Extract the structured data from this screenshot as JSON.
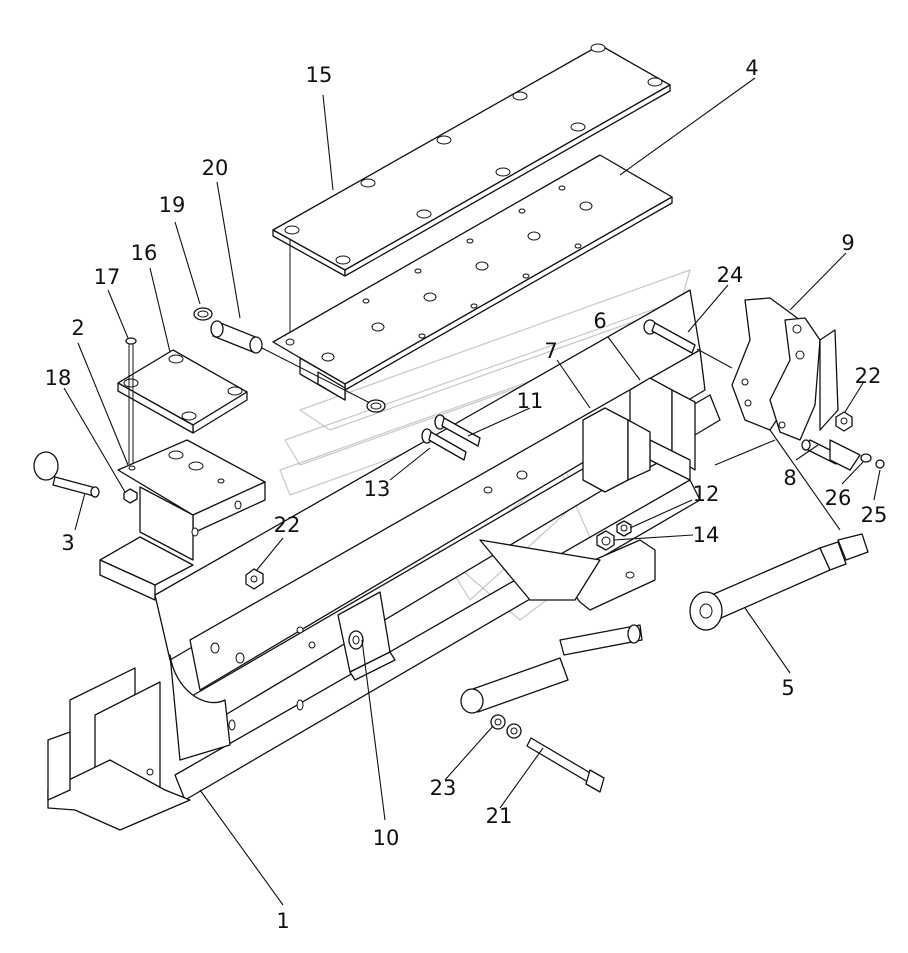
{
  "callouts": [
    {
      "id": "c1",
      "text": "1"
    },
    {
      "id": "c2",
      "text": "2"
    },
    {
      "id": "c3",
      "text": "3"
    },
    {
      "id": "c4",
      "text": "4"
    },
    {
      "id": "c5",
      "text": "5"
    },
    {
      "id": "c6",
      "text": "6"
    },
    {
      "id": "c7",
      "text": "7"
    },
    {
      "id": "c8",
      "text": "8"
    },
    {
      "id": "c9",
      "text": "9"
    },
    {
      "id": "c10",
      "text": "10"
    },
    {
      "id": "c11",
      "text": "11"
    },
    {
      "id": "c12",
      "text": "12"
    },
    {
      "id": "c13",
      "text": "13"
    },
    {
      "id": "c14",
      "text": "14"
    },
    {
      "id": "c15",
      "text": "15"
    },
    {
      "id": "c16",
      "text": "16"
    },
    {
      "id": "c17",
      "text": "17"
    },
    {
      "id": "c18",
      "text": "18"
    },
    {
      "id": "c19",
      "text": "19"
    },
    {
      "id": "c20",
      "text": "20"
    },
    {
      "id": "c21",
      "text": "21"
    },
    {
      "id": "c22a",
      "text": "22"
    },
    {
      "id": "c22b",
      "text": "22"
    },
    {
      "id": "c23",
      "text": "23"
    },
    {
      "id": "c24",
      "text": "24"
    },
    {
      "id": "c25",
      "text": "25"
    },
    {
      "id": "c26",
      "text": "26"
    }
  ]
}
